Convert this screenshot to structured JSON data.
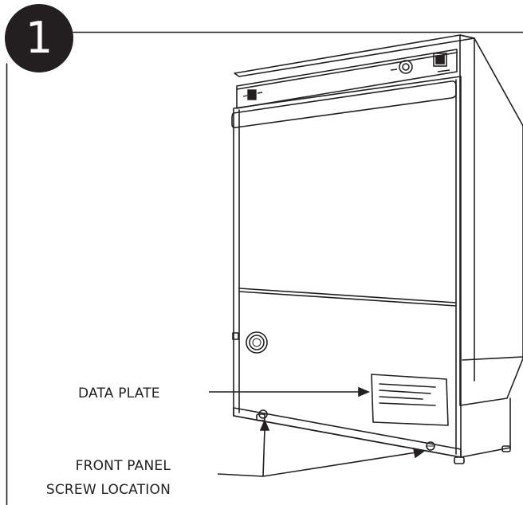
{
  "step": {
    "number": "1"
  },
  "callouts": {
    "data_plate": "DATA PLATE",
    "front_panel_line1": "FRONT PANEL",
    "front_panel_line2": "SCREW LOCATION"
  },
  "colors": {
    "ink": "#231f20",
    "background": "#ffffff"
  }
}
